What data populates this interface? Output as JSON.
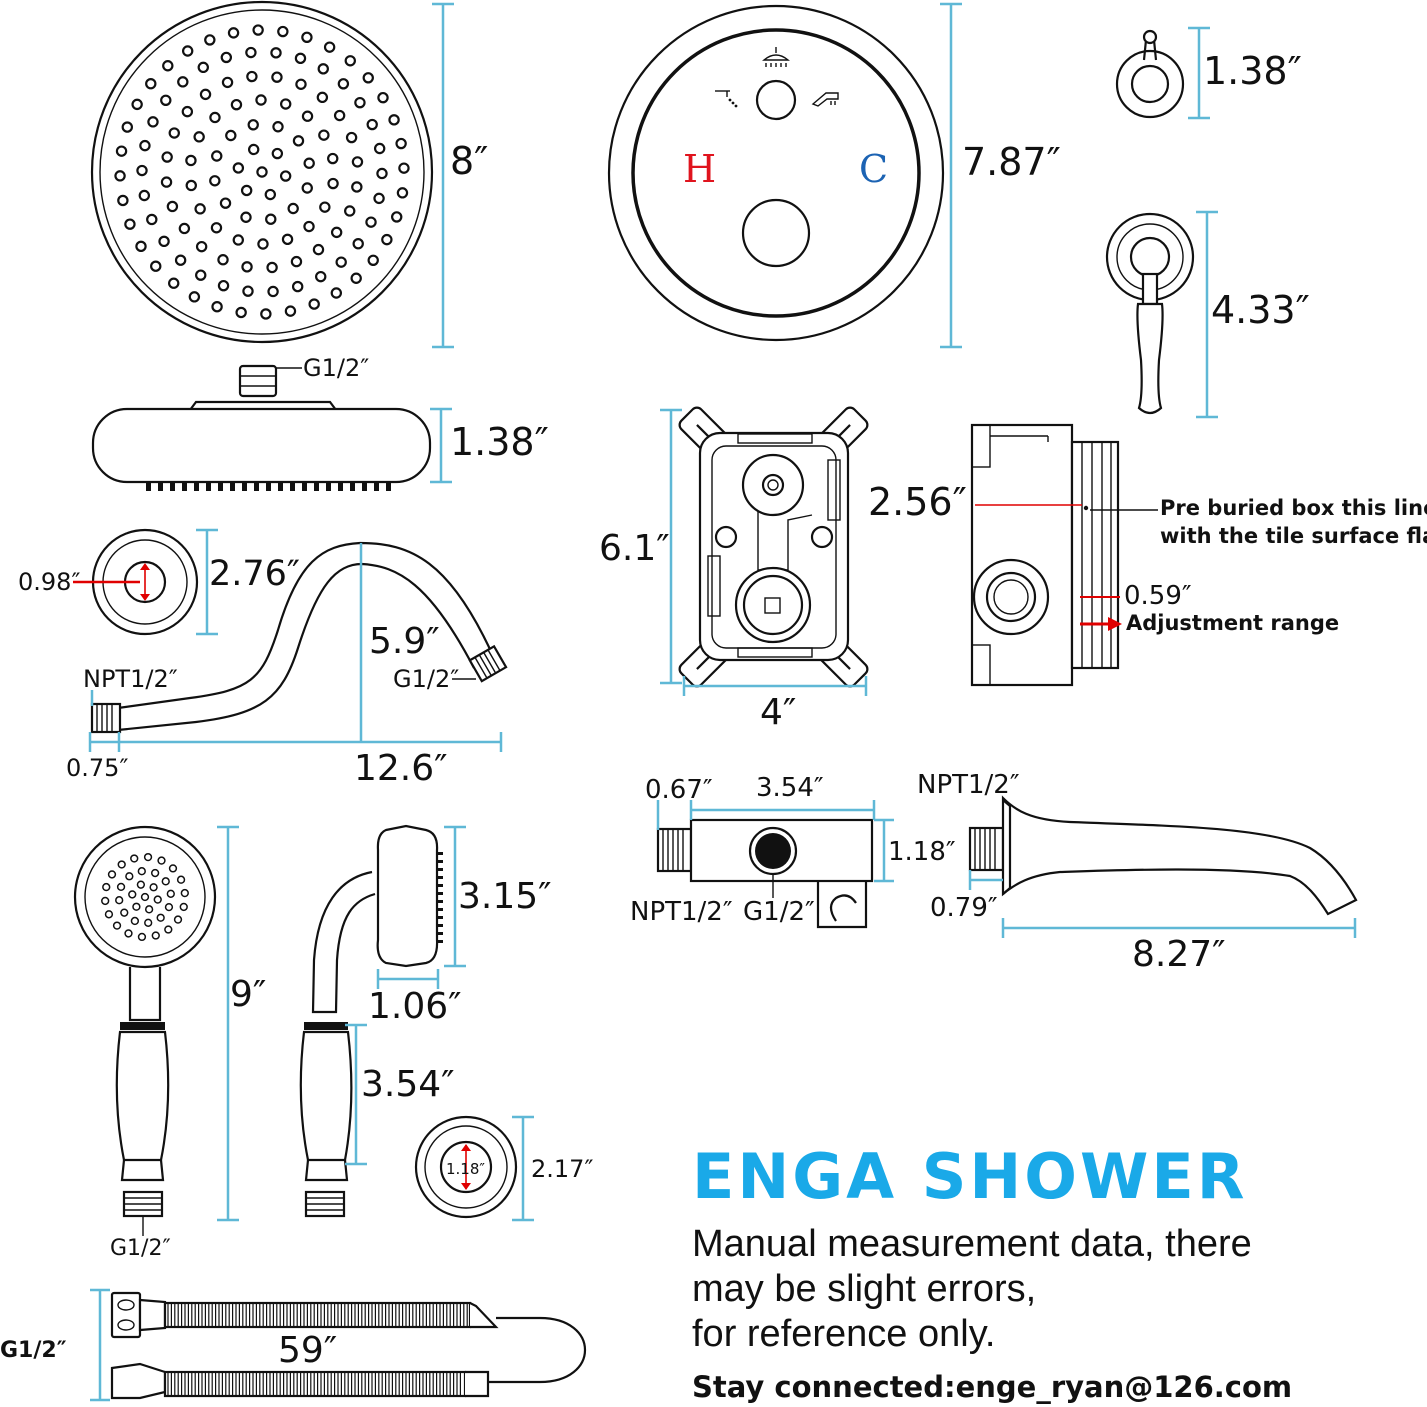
{
  "diagram": {
    "rain_head": {
      "diameter": "8″",
      "connector": "G1/2″",
      "thickness": "1.38″"
    },
    "trim_plate": {
      "diameter": "7.87″",
      "hot_label": "H",
      "cold_label": "C",
      "hot_color": "#e0141e",
      "cold_color": "#1c63b3"
    },
    "diverter_knob": {
      "height": "1.38″"
    },
    "handle": {
      "height": "4.33″"
    },
    "valve_box": {
      "height": "6.1″",
      "width": "4″",
      "depth": "2.56″"
    },
    "box_notes": {
      "line1": "Pre buried box this line",
      "line2": "with the tile surface flat.",
      "range_value": "0.59″",
      "range_label": "Adjustment range",
      "marker_color": "#e00000"
    },
    "arm": {
      "flange_hole": "0.98″",
      "flange_diameter": "2.76″",
      "rise": "5.9″",
      "outlet": "G1/2″",
      "inlet": "NPT1/2″",
      "thread_length": "0.75″",
      "length": "12.6″"
    },
    "hand_shower": {
      "length": "9″",
      "connector": "G1/2″",
      "head_width": "3.15″",
      "head_depth": "1.06″",
      "grip": "3.54″"
    },
    "escutcheon": {
      "hole": "1.18″",
      "diameter": "2.17″"
    },
    "elbow": {
      "thread_len": "0.67″",
      "length": "3.54″",
      "height": "1.18″",
      "inlet": "NPT1/2″",
      "outlet": "G1/2″"
    },
    "spout": {
      "connector": "NPT1/2″",
      "thread_len": "0.79″",
      "length": "8.27″"
    },
    "hose": {
      "length": "59″",
      "connector": "G1/2″"
    },
    "dimension_color": "#5fb8d6"
  },
  "brand": {
    "title": "ENGA SHOWER",
    "title_color": "#1aa9e8",
    "note_lines": [
      "Manual measurement data, there",
      "may be slight errors,",
      "for reference only."
    ],
    "contact": "Stay connected:enge_ryan@126.com"
  }
}
